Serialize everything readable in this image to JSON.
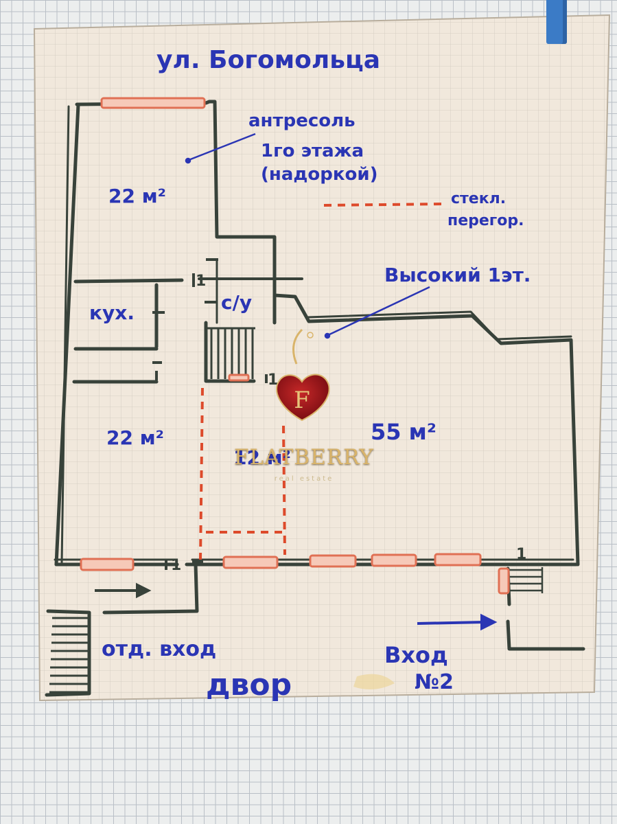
{
  "plan": {
    "street": "ул. Богомольца",
    "mezzanine_line1": "антресоль",
    "mezzanine_line2": "1го этажа",
    "mezzanine_line3": "(надоркой)",
    "glass_legend_line1": "стекл.",
    "glass_legend_line2": "перегор.",
    "high_floor": "Высокий 1эт.",
    "room_top_left_area": "22 м²",
    "room_mid_left_area": "22 м²",
    "room_main_area": "55 м²",
    "room_center_area": "12 м²",
    "kitchen": "кух.",
    "bathroom": "с/у",
    "separate_entrance": "отд. вход",
    "courtyard": "двор",
    "entrance2_line1": "Вход",
    "entrance2_line2": "№2",
    "door_mark": "1"
  },
  "watermark": {
    "brand": "FLATBERRY",
    "subtitle": "real estate",
    "logo_letter": "F"
  },
  "colors": {
    "paper": "#f1e8dc",
    "wall": "#38423a",
    "ink_blue": "#2a35b4",
    "window_red": "#e07054",
    "partition_red": "#dd4a2b",
    "brand_gold": "#d9b46a",
    "brand_red": "#8e1016"
  }
}
